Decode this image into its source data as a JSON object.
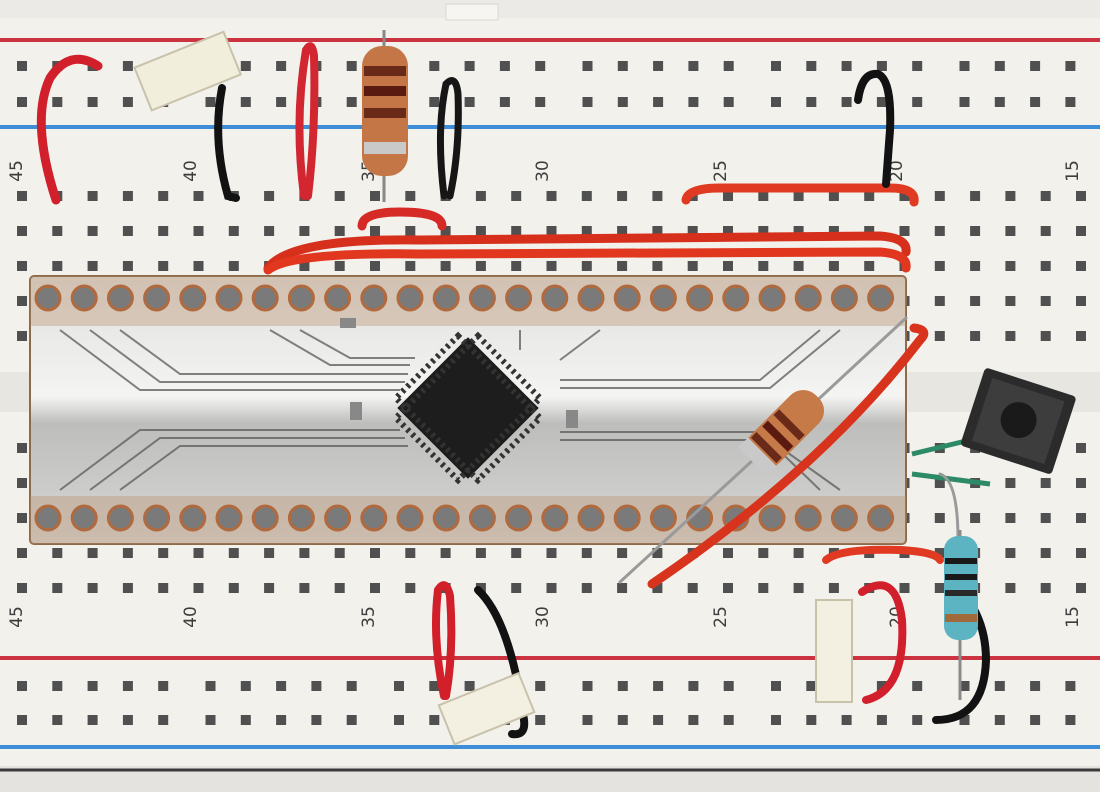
{
  "photo": {
    "subject": "breadboard",
    "colors": {
      "board": "#f2f1ec",
      "rail_red": "#cc3340",
      "rail_blue": "#3d8ed6",
      "wire_red": "#e2371f",
      "wire_black": "#151515",
      "pcb": "#c9c9c9",
      "chip": "#1d1d1d",
      "hole": "#505050",
      "copper": "#b06a3d"
    },
    "column_labels_top": [
      "45",
      "40",
      "35",
      "30",
      "25",
      "20",
      "15"
    ],
    "column_labels_bottom": [
      "45",
      "40",
      "35",
      "30",
      "25",
      "20",
      "15"
    ]
  }
}
